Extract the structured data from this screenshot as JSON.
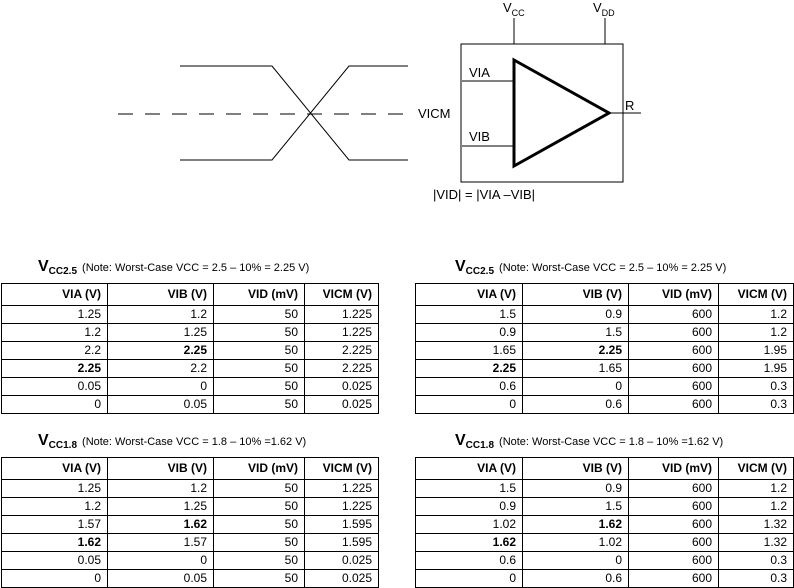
{
  "diagram": {
    "vcc_label": {
      "main": "V",
      "sub": "CC"
    },
    "vdd_label": {
      "main": "V",
      "sub": "DD"
    },
    "via_label": "VIA",
    "vib_label": "VIB",
    "r_label": "R",
    "vicm_label": "VICM",
    "vid_formula": "|VID| = |VIA –VIB|"
  },
  "tables": [
    {
      "title_main": "V",
      "title_sub": "CC2.5",
      "note": "(Note: Worst-Case VCC = 2.5 – 10% = 2.25 V)",
      "headers": [
        "VIA (V)",
        "VIB (V)",
        "VID (mV)",
        "VICM (V)"
      ],
      "rows": [
        [
          "1.25",
          "1.2",
          "50",
          "1.225"
        ],
        [
          "1.2",
          "1.25",
          "50",
          "1.225"
        ],
        [
          "2.2",
          "2.25",
          "50",
          "2.225"
        ],
        [
          "2.25",
          "2.2",
          "50",
          "2.225"
        ],
        [
          "0.05",
          "0",
          "50",
          "0.025"
        ],
        [
          "0",
          "0.05",
          "50",
          "0.025"
        ]
      ],
      "bold_cells": [
        [
          2,
          1
        ],
        [
          3,
          0
        ]
      ]
    },
    {
      "title_main": "V",
      "title_sub": "CC2.5",
      "note": "(Note: Worst-Case VCC = 2.5 – 10% = 2.25 V)",
      "headers": [
        "VIA (V)",
        "VIB (V)",
        "VID (mV)",
        "VICM (V)"
      ],
      "rows": [
        [
          "1.5",
          "0.9",
          "600",
          "1.2"
        ],
        [
          "0.9",
          "1.5",
          "600",
          "1.2"
        ],
        [
          "1.65",
          "2.25",
          "600",
          "1.95"
        ],
        [
          "2.25",
          "1.65",
          "600",
          "1.95"
        ],
        [
          "0.6",
          "0",
          "600",
          "0.3"
        ],
        [
          "0",
          "0.6",
          "600",
          "0.3"
        ]
      ],
      "bold_cells": [
        [
          2,
          1
        ],
        [
          3,
          0
        ]
      ]
    },
    {
      "title_main": "V",
      "title_sub": "CC1.8",
      "note": "(Note: Worst-Case VCC = 1.8 – 10% =1.62 V)",
      "headers": [
        "VIA (V)",
        "VIB (V)",
        "VID (mV)",
        "VICM (V)"
      ],
      "rows": [
        [
          "1.25",
          "1.2",
          "50",
          "1.225"
        ],
        [
          "1.2",
          "1.25",
          "50",
          "1.225"
        ],
        [
          "1.57",
          "1.62",
          "50",
          "1.595"
        ],
        [
          "1.62",
          "1.57",
          "50",
          "1.595"
        ],
        [
          "0.05",
          "0",
          "50",
          "0.025"
        ],
        [
          "0",
          "0.05",
          "50",
          "0.025"
        ]
      ],
      "bold_cells": [
        [
          2,
          1
        ],
        [
          3,
          0
        ]
      ]
    },
    {
      "title_main": "V",
      "title_sub": "CC1.8",
      "note": "(Note: Worst-Case VCC = 1.8 – 10% =1.62 V)",
      "headers": [
        "VIA (V)",
        "VIB (V)",
        "VID (mV)",
        "VICM (V)"
      ],
      "rows": [
        [
          "1.5",
          "0.9",
          "600",
          "1.2"
        ],
        [
          "0.9",
          "1.5",
          "600",
          "1.2"
        ],
        [
          "1.02",
          "1.62",
          "600",
          "1.32"
        ],
        [
          "1.62",
          "1.02",
          "600",
          "1.32"
        ],
        [
          "0.6",
          "0",
          "600",
          "0.3"
        ],
        [
          "0",
          "0.6",
          "600",
          "0.3"
        ]
      ],
      "bold_cells": [
        [
          2,
          1
        ],
        [
          3,
          0
        ]
      ]
    }
  ]
}
